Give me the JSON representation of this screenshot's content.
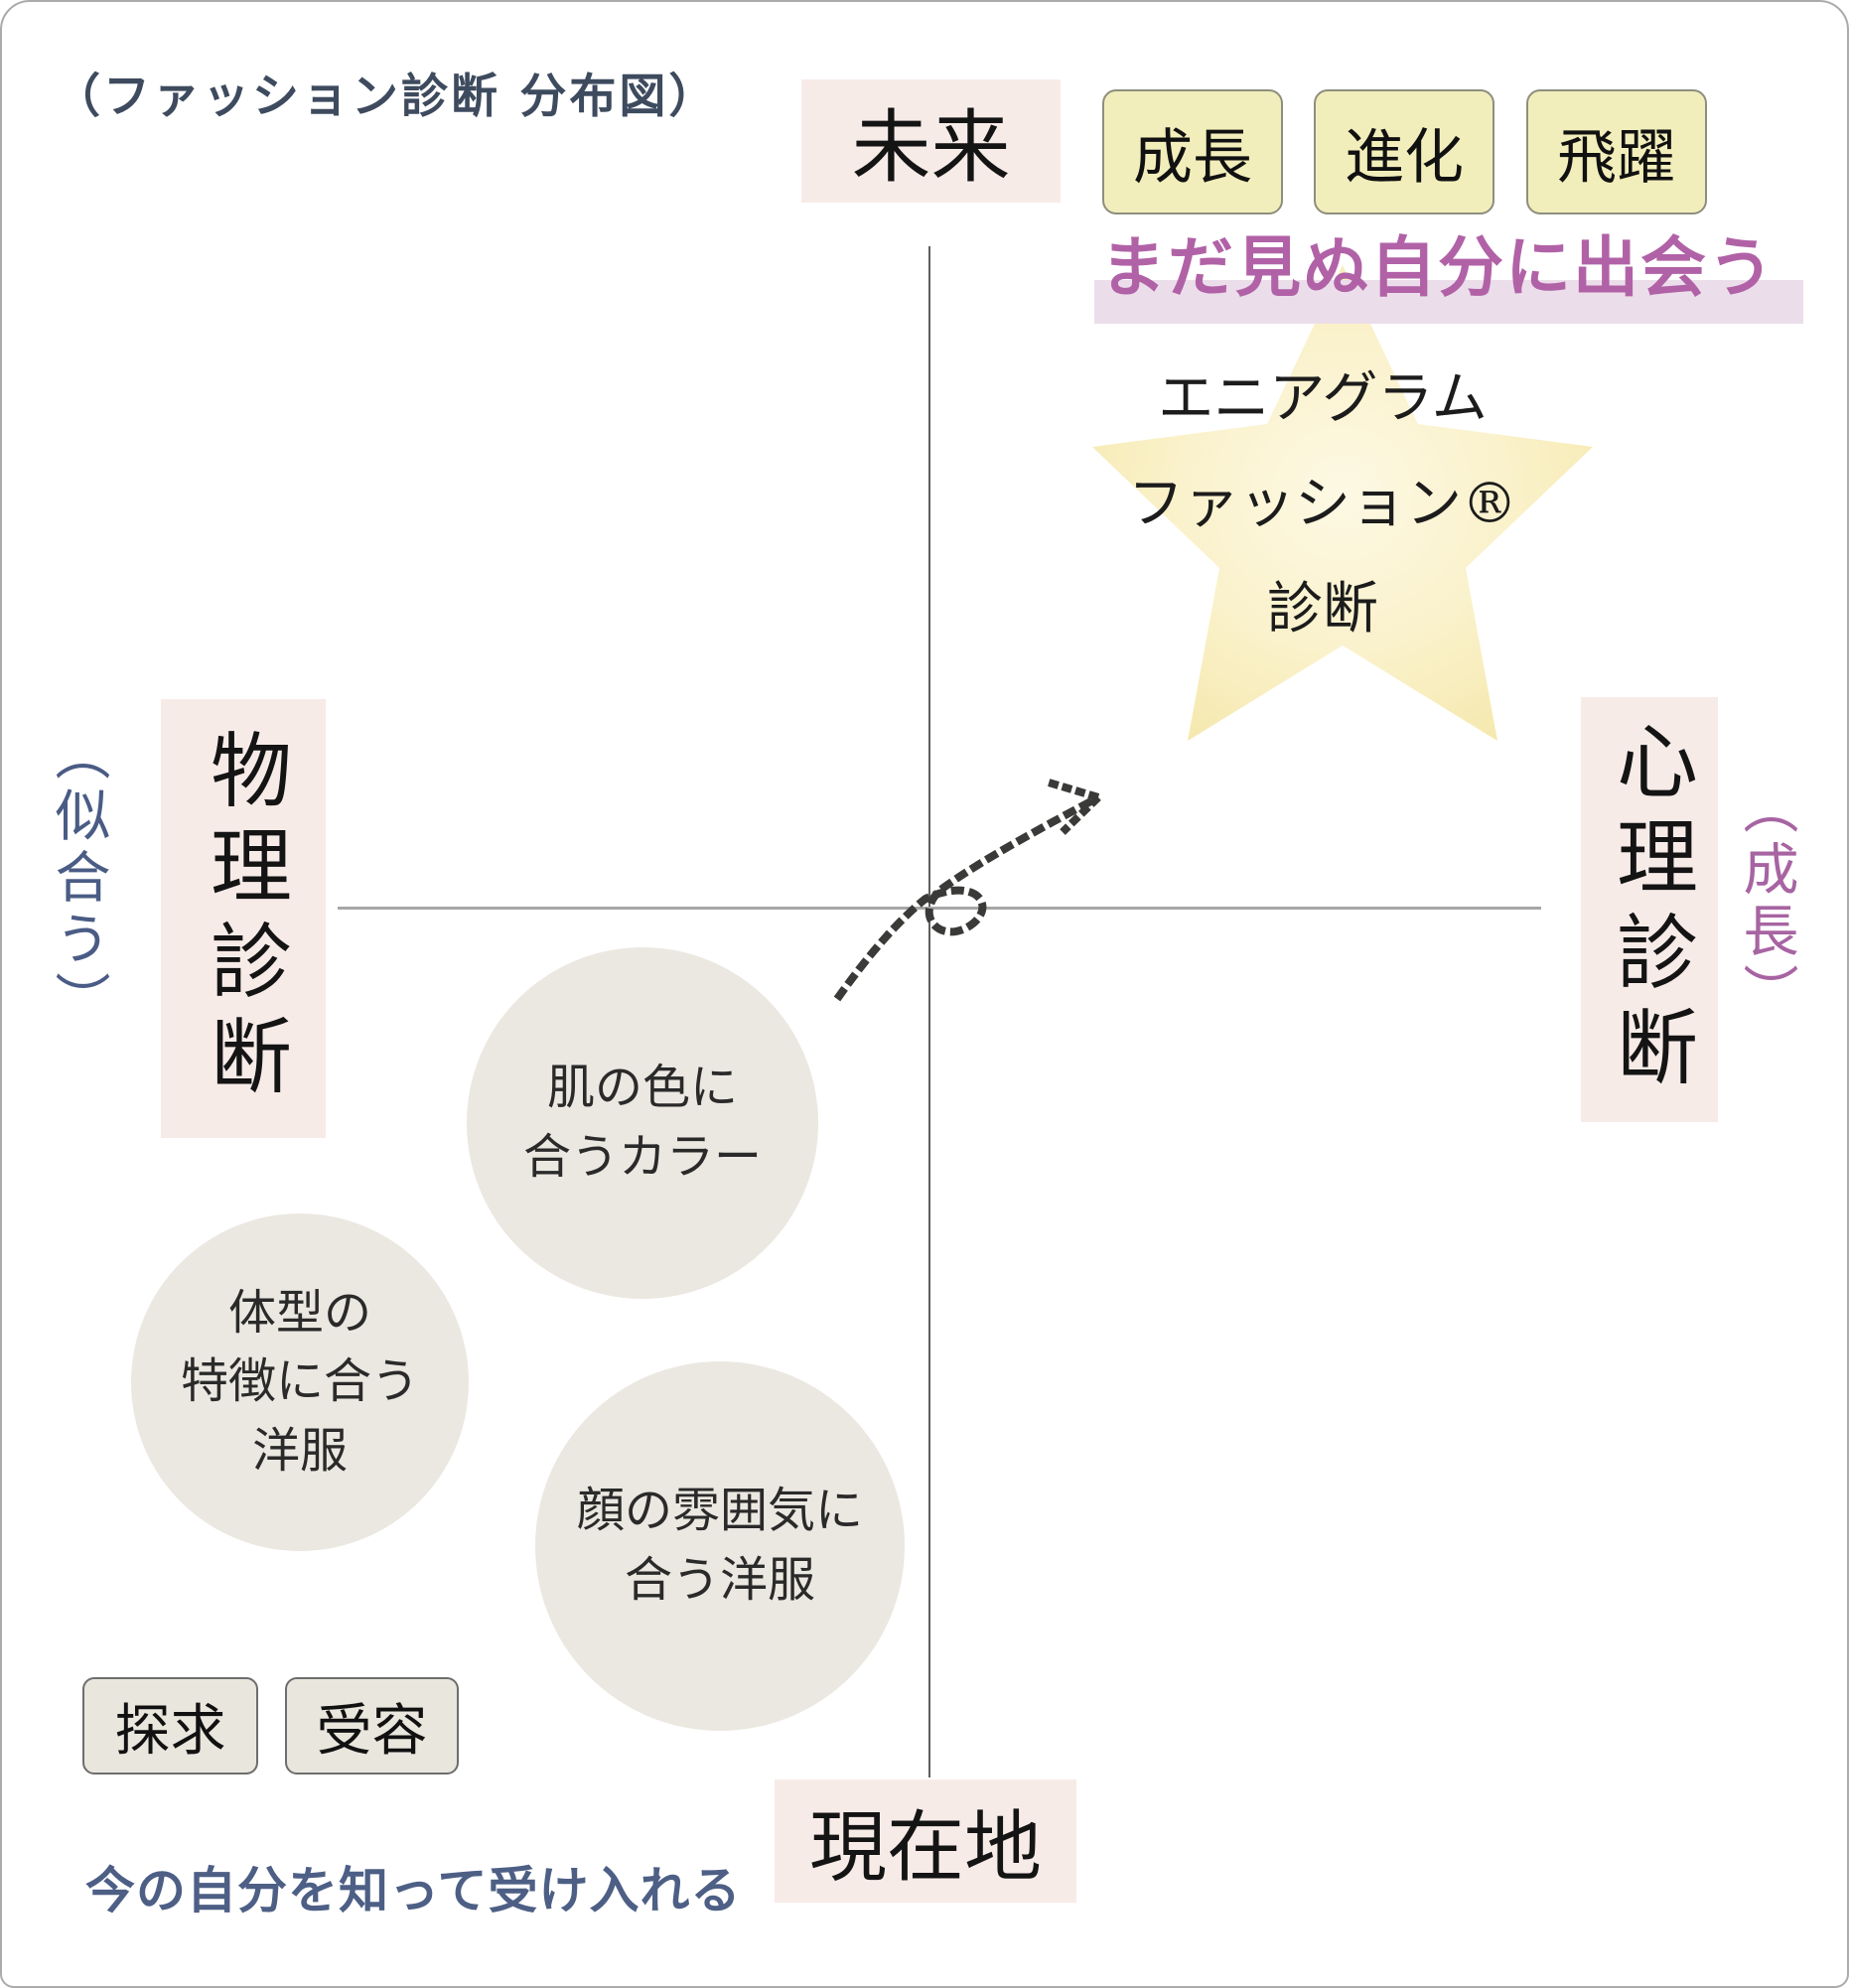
{
  "title": "（ファッション診断 分布図）",
  "axes": {
    "top": "未来",
    "bottom": "現在地",
    "left": {
      "main": "物理診断",
      "sub": "（似合う）"
    },
    "right": {
      "main": "心理診断",
      "sub": "（成長）"
    }
  },
  "keywords_top": [
    "成長",
    "進化",
    "飛躍"
  ],
  "headline": "まだ見ぬ自分に出会う",
  "star": {
    "lines": [
      "エニアグラム",
      "ファッション®",
      "診断"
    ]
  },
  "circles": [
    {
      "lines": [
        "肌の色に",
        "合うカラー"
      ]
    },
    {
      "lines": [
        "体型の",
        "特徴に合う",
        "洋服"
      ]
    },
    {
      "lines": [
        "顔の雰囲気に",
        "合う洋服"
      ]
    }
  ],
  "keywords_bottom": [
    "探求",
    "受容"
  ],
  "bottom_note": "今の自分を知って受け入れる",
  "colors": {
    "label_pink": "#f7ebe8",
    "keyword_yellow": "#f2eebb",
    "star_yellow": "#f8eebd",
    "headline_purple": "#b162a7",
    "headline_band": "#ebdeea",
    "growth_purple": "#a764a2",
    "navy_blue": "#4d5f85",
    "title_navy": "#3e4b5e",
    "circle_gray": "#ebe8e1",
    "keyword_beige": "#e9e6dd"
  }
}
